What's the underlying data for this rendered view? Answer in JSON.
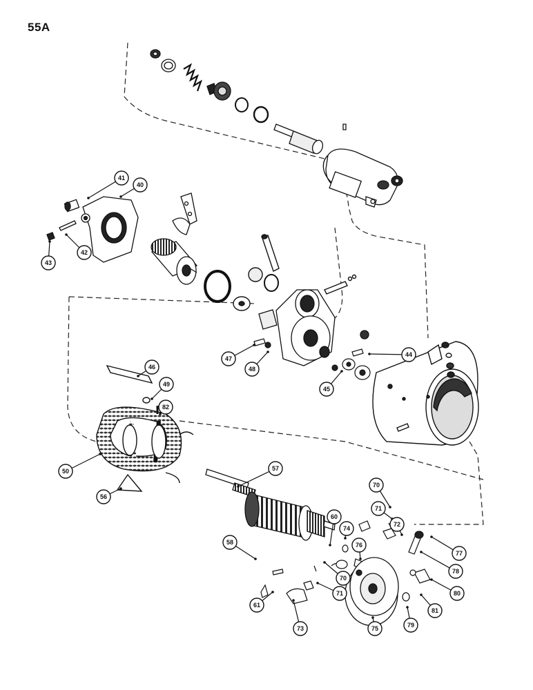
{
  "page": {
    "title": "55A"
  },
  "callouts": [
    "40",
    "41",
    "42",
    "43",
    "44",
    "45",
    "46",
    "47",
    "48",
    "49",
    "50",
    "56",
    "57",
    "58",
    "60",
    "61",
    "70",
    "71",
    "72",
    "73",
    "74",
    "75",
    "76",
    "77",
    "78",
    "79",
    "80",
    "81",
    "82"
  ],
  "colors": {
    "ink": "#111111",
    "paper": "#ffffff",
    "shade": "#444444"
  }
}
